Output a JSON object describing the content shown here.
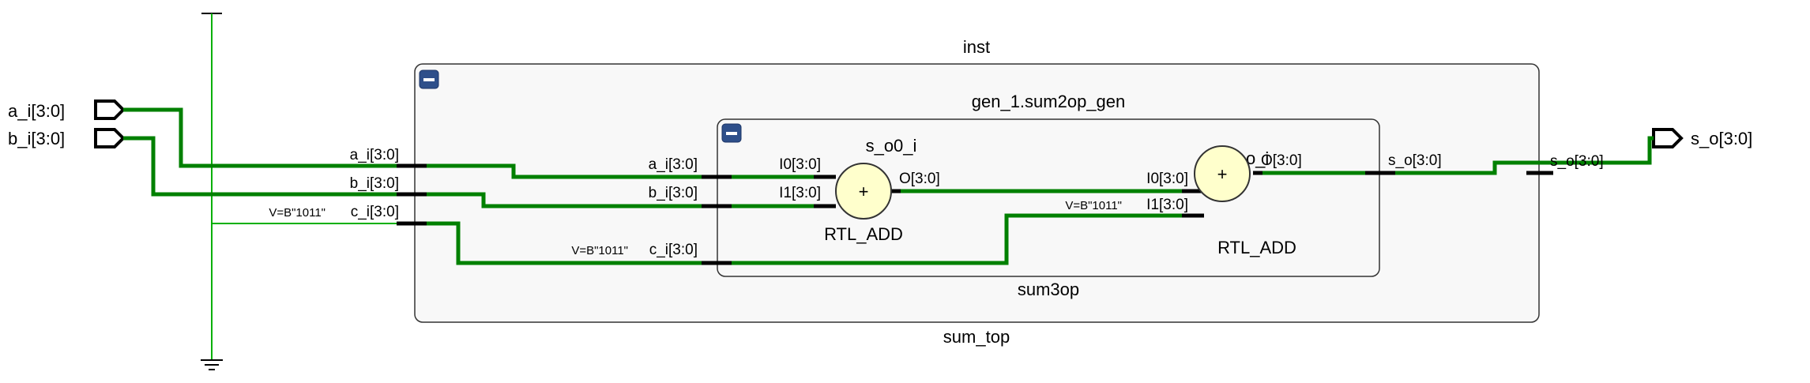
{
  "ports": {
    "inputs": [
      "a_i[3:0]",
      "b_i[3:0]"
    ],
    "output": "s_o[3:0]"
  },
  "design": {
    "top": "sum_top",
    "inst_label": "inst",
    "inst_sub_label": "sum3op",
    "gen_label": "gen_1.sum2op_gen"
  },
  "inst_pins": {
    "a": "a_i[3:0]",
    "b": "b_i[3:0]",
    "c": "c_i[3:0]",
    "c_const": "V=B\"1011\"",
    "s": "s_o[3:0]"
  },
  "gen_pins": {
    "a": "a_i[3:0]",
    "b": "b_i[3:0]",
    "c": "c_i[3:0]",
    "c_const": "V=B\"1011\"",
    "s": "s_o[3:0]"
  },
  "adders": [
    {
      "name": "s_o0_i",
      "type": "RTL_ADD",
      "symbol": "+",
      "in0": "I0[3:0]",
      "in1": "I1[3:0]",
      "out": "O[3:0]"
    },
    {
      "name": "s_o_i",
      "type": "RTL_ADD",
      "symbol": "+",
      "in0": "I0[3:0]",
      "in1": "I1[3:0]",
      "out": "O[3:0]",
      "in1_const": "V=B\"1011\""
    }
  ],
  "icons": {
    "collapse": "minus-icon",
    "ground": "ground-icon",
    "vcc": "vcc-icon",
    "port": "port-arrow-icon"
  },
  "colors": {
    "wire": "#008000",
    "const_wire": "#00b000",
    "adder_fill": "#ffffcc",
    "box_fill": "#f8f8f8",
    "collapse_button": "#2e4f8a"
  }
}
